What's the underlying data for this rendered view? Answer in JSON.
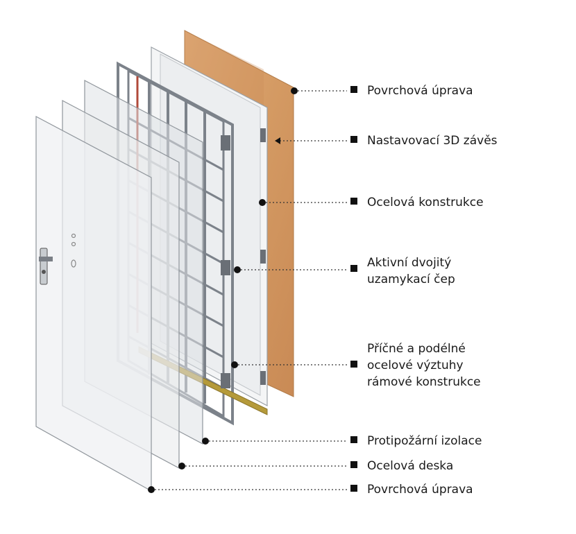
{
  "labels": [
    {
      "id": "povrch-top",
      "text": "Povrchová úprava"
    },
    {
      "id": "zaves",
      "text": "Nastavovací 3D závěs"
    },
    {
      "id": "konstrukce",
      "text": "Ocelová konstrukce"
    },
    {
      "id": "cep",
      "lines": [
        "Aktivní dvojitý",
        "uzamykací čep"
      ]
    },
    {
      "id": "vyztuhy",
      "lines": [
        "Příčné a podélné",
        "ocelové výztuhy",
        "rámové konstrukce"
      ]
    },
    {
      "id": "izolace",
      "text": "Protipožární izolace"
    },
    {
      "id": "deska",
      "text": "Ocelová deska"
    },
    {
      "id": "povrch-bottom",
      "text": "Povrchová úprava"
    }
  ],
  "colors": {
    "wood": "#d9a06a",
    "frame": "#8a8f96",
    "panel": "#e8eaed",
    "leader": "#333333",
    "lock_bar": "#b59a3a"
  }
}
